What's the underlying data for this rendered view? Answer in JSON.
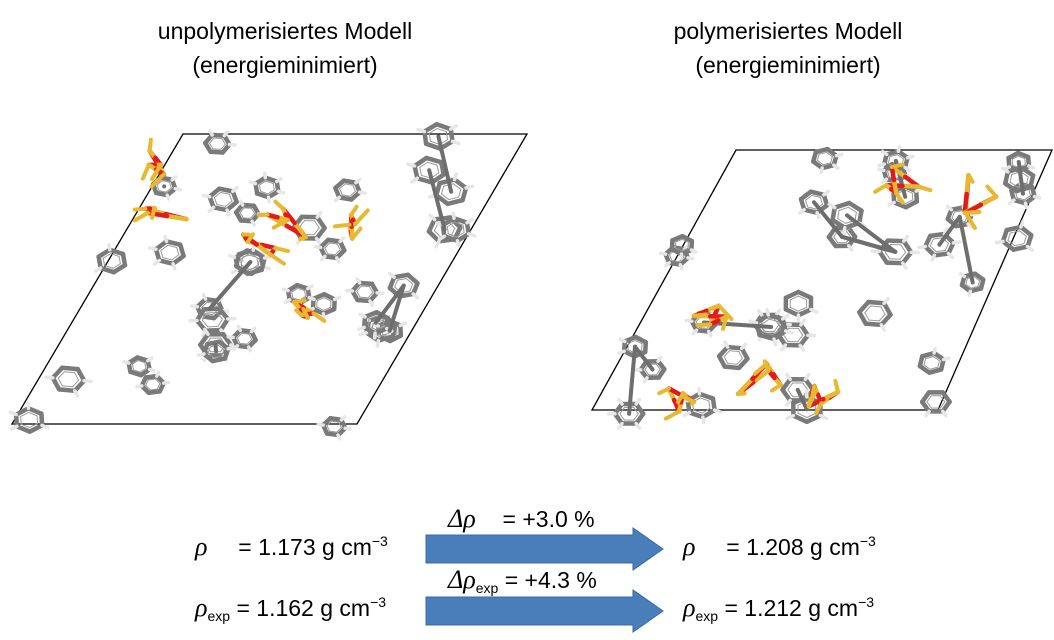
{
  "left_model": {
    "title_line1": "unpolymerisiertes Modell",
    "title_line2": "(energieminimiert)"
  },
  "right_model": {
    "title_line1": "polymerisiertes Modell",
    "title_line2": "(energieminimiert)"
  },
  "colors": {
    "carbon": "#7a7a7a",
    "hydrogen": "#e6e6e6",
    "oxygen": "#e31a1c",
    "silicon": "#e8b830",
    "arrow": "#4a7ebb"
  },
  "row1": {
    "symbol": "ρ",
    "left_value": "= 1.173 g cm",
    "left_exp": "−3",
    "delta_symbol": "Δρ",
    "delta_value": "= +3.0 %",
    "right_symbol": "ρ",
    "right_value": "= 1.208 g cm",
    "right_exp": "−3"
  },
  "row2": {
    "symbol": "ρ",
    "subscript": "exp",
    "left_value": "= 1.162 g cm",
    "left_exp": "−3",
    "delta_symbol": "Δρ",
    "delta_sub": "exp",
    "delta_value": "= +4.3 %",
    "right_symbol": "ρ",
    "right_sub": "exp",
    "right_value": "= 1.212 g cm",
    "right_exp": "−3"
  }
}
